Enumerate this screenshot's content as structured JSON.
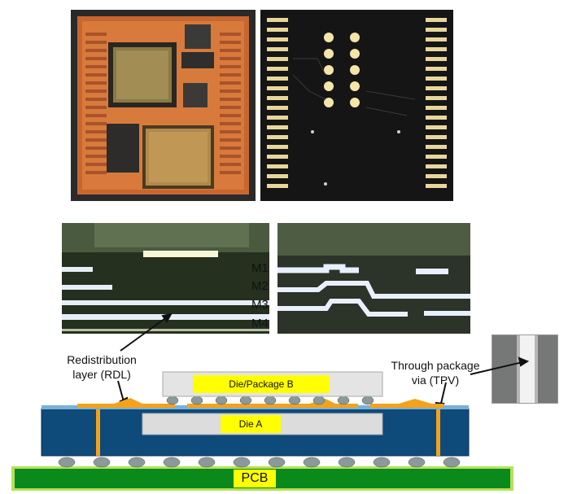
{
  "metal_layers": [
    "M1",
    "M2",
    "M3",
    "M4"
  ],
  "captions": {
    "rdl_line1": "Redistribution",
    "rdl_line2": "layer (RDL)",
    "tpv_line1": "Through package",
    "tpv_line2": "via (TPV)"
  },
  "package": {
    "die_b": "Die/Package B",
    "die_a": "Die A",
    "pcb": "PCB"
  },
  "colors": {
    "package_body": "#0e4a7a",
    "pcb_green": "#0a8a1a",
    "pcb_border": "#b7e05a",
    "rdl_orange": "#f4a21a",
    "label_yellow": "#ffff00"
  }
}
